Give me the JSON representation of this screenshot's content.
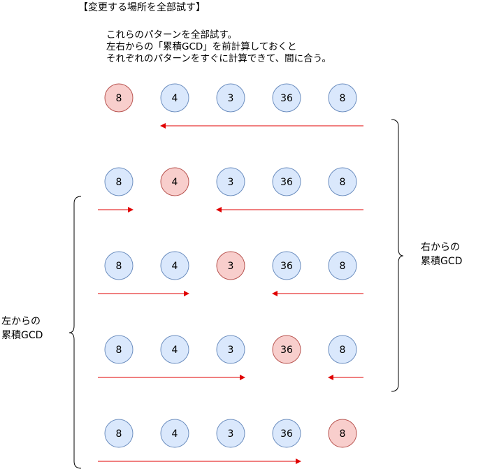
{
  "title": "【変更する場所を全部試す】",
  "description": [
    "これらのパターンを全部試す。",
    "左右からの「累積GCD」を前計算しておくと",
    "それぞれのパターンをすぐに計算できて、間に合う。"
  ],
  "values": [
    "8",
    "4",
    "3",
    "36",
    "8"
  ],
  "right_label": [
    "右からの",
    "累積GCD"
  ],
  "left_label": [
    "左からの",
    "累積GCD"
  ],
  "colors": {
    "node_fill": "#dae8fc",
    "node_stroke": "#6c8ebf",
    "highlight_fill": "#f8cecc",
    "highlight_stroke": "#b85450",
    "arrow": "#e00000",
    "brace": "#000000"
  }
}
